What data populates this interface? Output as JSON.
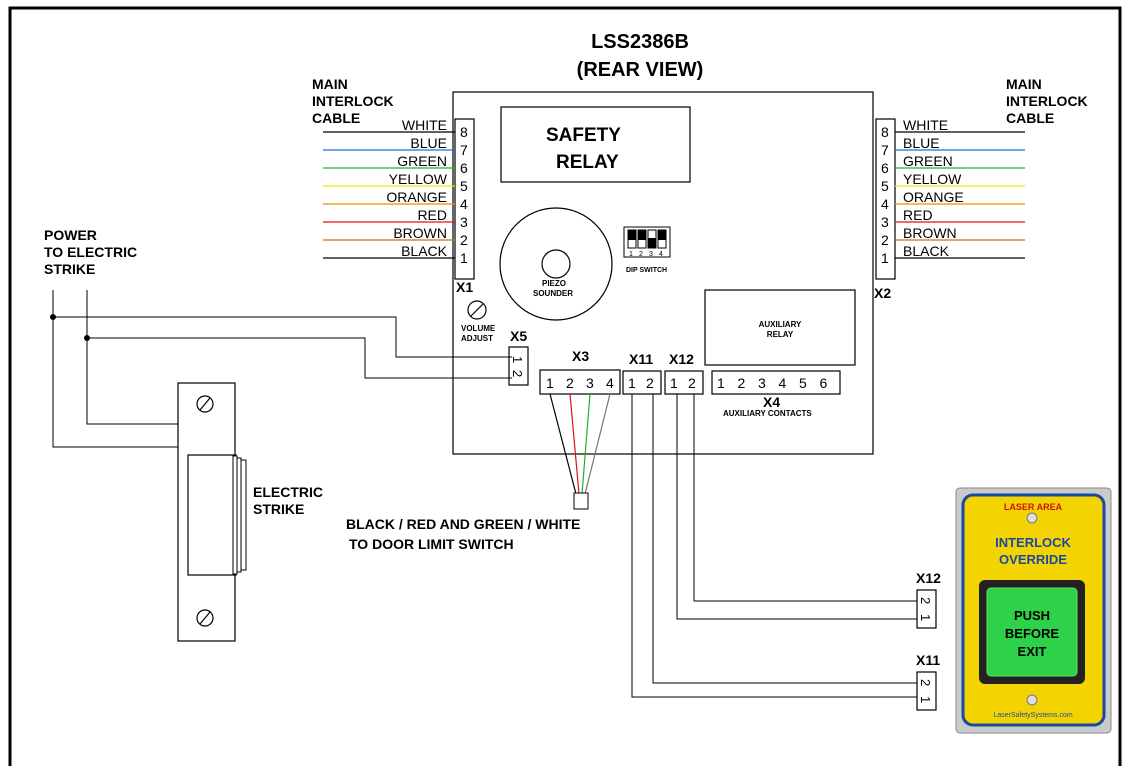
{
  "title": {
    "line1": "LSS2386B",
    "line2": "(REAR VIEW)"
  },
  "cable_left": {
    "l1": "MAIN",
    "l2": "INTERLOCK",
    "l3": "CABLE"
  },
  "cable_right": {
    "l1": "MAIN",
    "l2": "INTERLOCK",
    "l3": "CABLE"
  },
  "safety_relay": {
    "l1": "SAFETY",
    "l2": "RELAY"
  },
  "wires": [
    {
      "label": "WHITE",
      "pin": "8",
      "color": "#000000"
    },
    {
      "label": "BLUE",
      "pin": "7",
      "color": "#1f6fd6"
    },
    {
      "label": "GREEN",
      "pin": "6",
      "color": "#22b02a"
    },
    {
      "label": "YELLOW",
      "pin": "5",
      "color": "#f2e600"
    },
    {
      "label": "ORANGE",
      "pin": "4",
      "color": "#f08a00"
    },
    {
      "label": "RED",
      "pin": "3",
      "color": "#e01010"
    },
    {
      "label": "BROWN",
      "pin": "2",
      "color": "#c07a00"
    },
    {
      "label": "BLACK",
      "pin": "1",
      "color": "#000000"
    }
  ],
  "connectors": {
    "x1": "X1",
    "x2": "X2",
    "x3": "X3",
    "x4": "X4",
    "x5": "X5",
    "x11": "X11",
    "x12": "X12",
    "x12_ext": "X12",
    "x11_ext": "X11"
  },
  "x3_pins": [
    "1",
    "2",
    "3",
    "4"
  ],
  "x4_pins": [
    "1",
    "2",
    "3",
    "4",
    "5",
    "6"
  ],
  "x11_pins": [
    "1",
    "2"
  ],
  "x12_pins": [
    "1",
    "2"
  ],
  "x5_pins": [
    "1",
    "2"
  ],
  "ext_pins": [
    "2",
    "1"
  ],
  "x3_wire_colors": [
    "#000000",
    "#e01010",
    "#22b02a",
    "#777777"
  ],
  "power": {
    "l1": "POWER",
    "l2": "TO ELECTRIC",
    "l3": "STRIKE"
  },
  "strike": {
    "l1": "ELECTRIC",
    "l2": "STRIKE"
  },
  "piezo": {
    "l1": "PIEZO",
    "l2": "SOUNDER"
  },
  "dip": {
    "label": "DIP SWITCH",
    "nums": [
      "1",
      "2",
      "3",
      "4"
    ]
  },
  "volume": {
    "l1": "VOLUME",
    "l2": "ADJUST"
  },
  "aux_relay": {
    "l1": "AUXILIARY",
    "l2": "RELAY"
  },
  "aux_contacts": "AUXILIARY CONTACTS",
  "door": {
    "l1": "BLACK / RED  AND GREEN / WHITE",
    "l2": "TO DOOR LIMIT SWITCH"
  },
  "button": {
    "top": "LASER AREA",
    "l1": "INTERLOCK",
    "l2": "OVERRIDE",
    "b1": "PUSH",
    "b2": "BEFORE",
    "b3": "EXIT",
    "site": "LaserSafetySystems.com"
  }
}
